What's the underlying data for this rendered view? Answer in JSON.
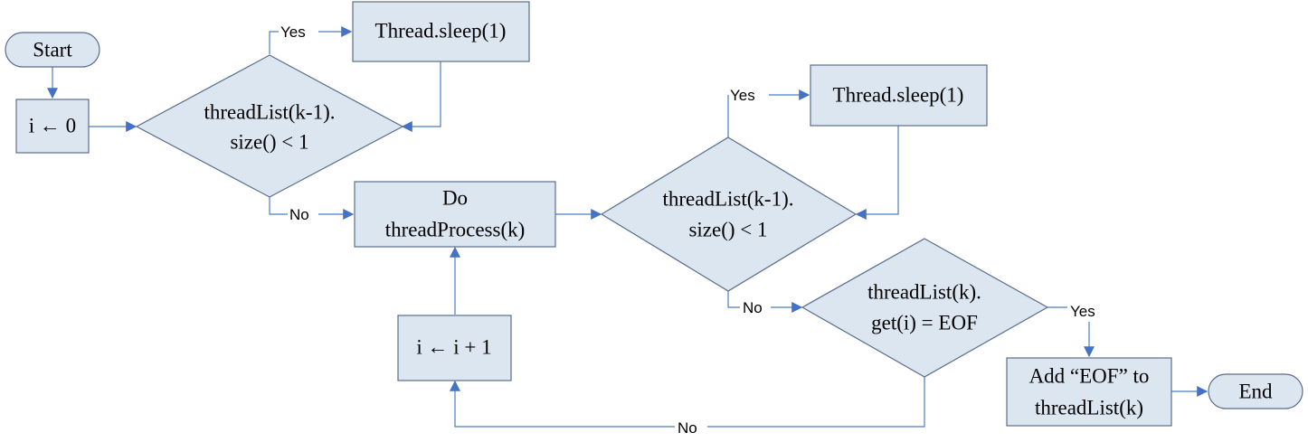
{
  "nodes": {
    "start": "Start",
    "init_i": "i ← 0",
    "check1": {
      "line1": "threadList(k-1).",
      "line2": "size() < 1"
    },
    "sleep1": "Thread.sleep(1)",
    "process": {
      "line1": "Do",
      "line2": "threadProcess(k)"
    },
    "check2": {
      "line1": "threadList(k-1).",
      "line2": "size() < 1"
    },
    "sleep2": "Thread.sleep(1)",
    "eof_check": {
      "line1": "threadList(k).",
      "line2": "get(i) = EOF"
    },
    "increment": "i ← i + 1",
    "add_eof": {
      "line1": "Add “EOF” to",
      "line2": "threadList(k)"
    },
    "end": "End"
  },
  "edge_labels": {
    "check1_yes": "Yes",
    "check1_no": "No",
    "check2_yes": "Yes",
    "check2_no": "No",
    "eof_yes": "Yes",
    "eof_no": "No"
  },
  "colors": {
    "node_fill": "#dce6f1",
    "node_stroke": "#5a6d8a",
    "edge": "#4a7ec0"
  }
}
